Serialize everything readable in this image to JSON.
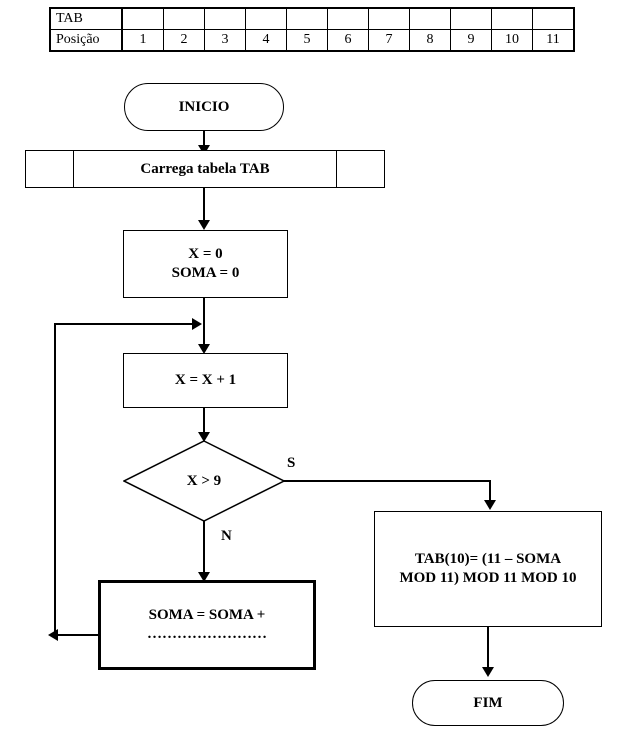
{
  "table": {
    "row_labels": [
      "TAB",
      "Posição"
    ],
    "tab_values": [
      "",
      "",
      "",
      "",
      "",
      "",
      "",
      "",
      "",
      "",
      ""
    ],
    "positions": [
      "1",
      "2",
      "3",
      "4",
      "5",
      "6",
      "7",
      "8",
      "9",
      "10",
      "11"
    ]
  },
  "flowchart": {
    "start": {
      "label": "INICIO"
    },
    "load_table": {
      "label": "Carrega tabela TAB"
    },
    "init": {
      "line1": "X = 0",
      "line2": "SOMA = 0"
    },
    "increment": {
      "label": "X = X + 1"
    },
    "decision": {
      "label": "X > 9",
      "yes_label": "S",
      "no_label": "N"
    },
    "accumulate": {
      "line1": "SOMA = SOMA +",
      "line2": "……………………"
    },
    "compute": {
      "line1": "TAB(10)= (11 – SOMA",
      "line2": "MOD 11) MOD 11 MOD 10"
    },
    "end": {
      "label": "FIM"
    }
  },
  "colors": {
    "stroke": "#000000",
    "text": "#000000",
    "background": "#ffffff"
  }
}
